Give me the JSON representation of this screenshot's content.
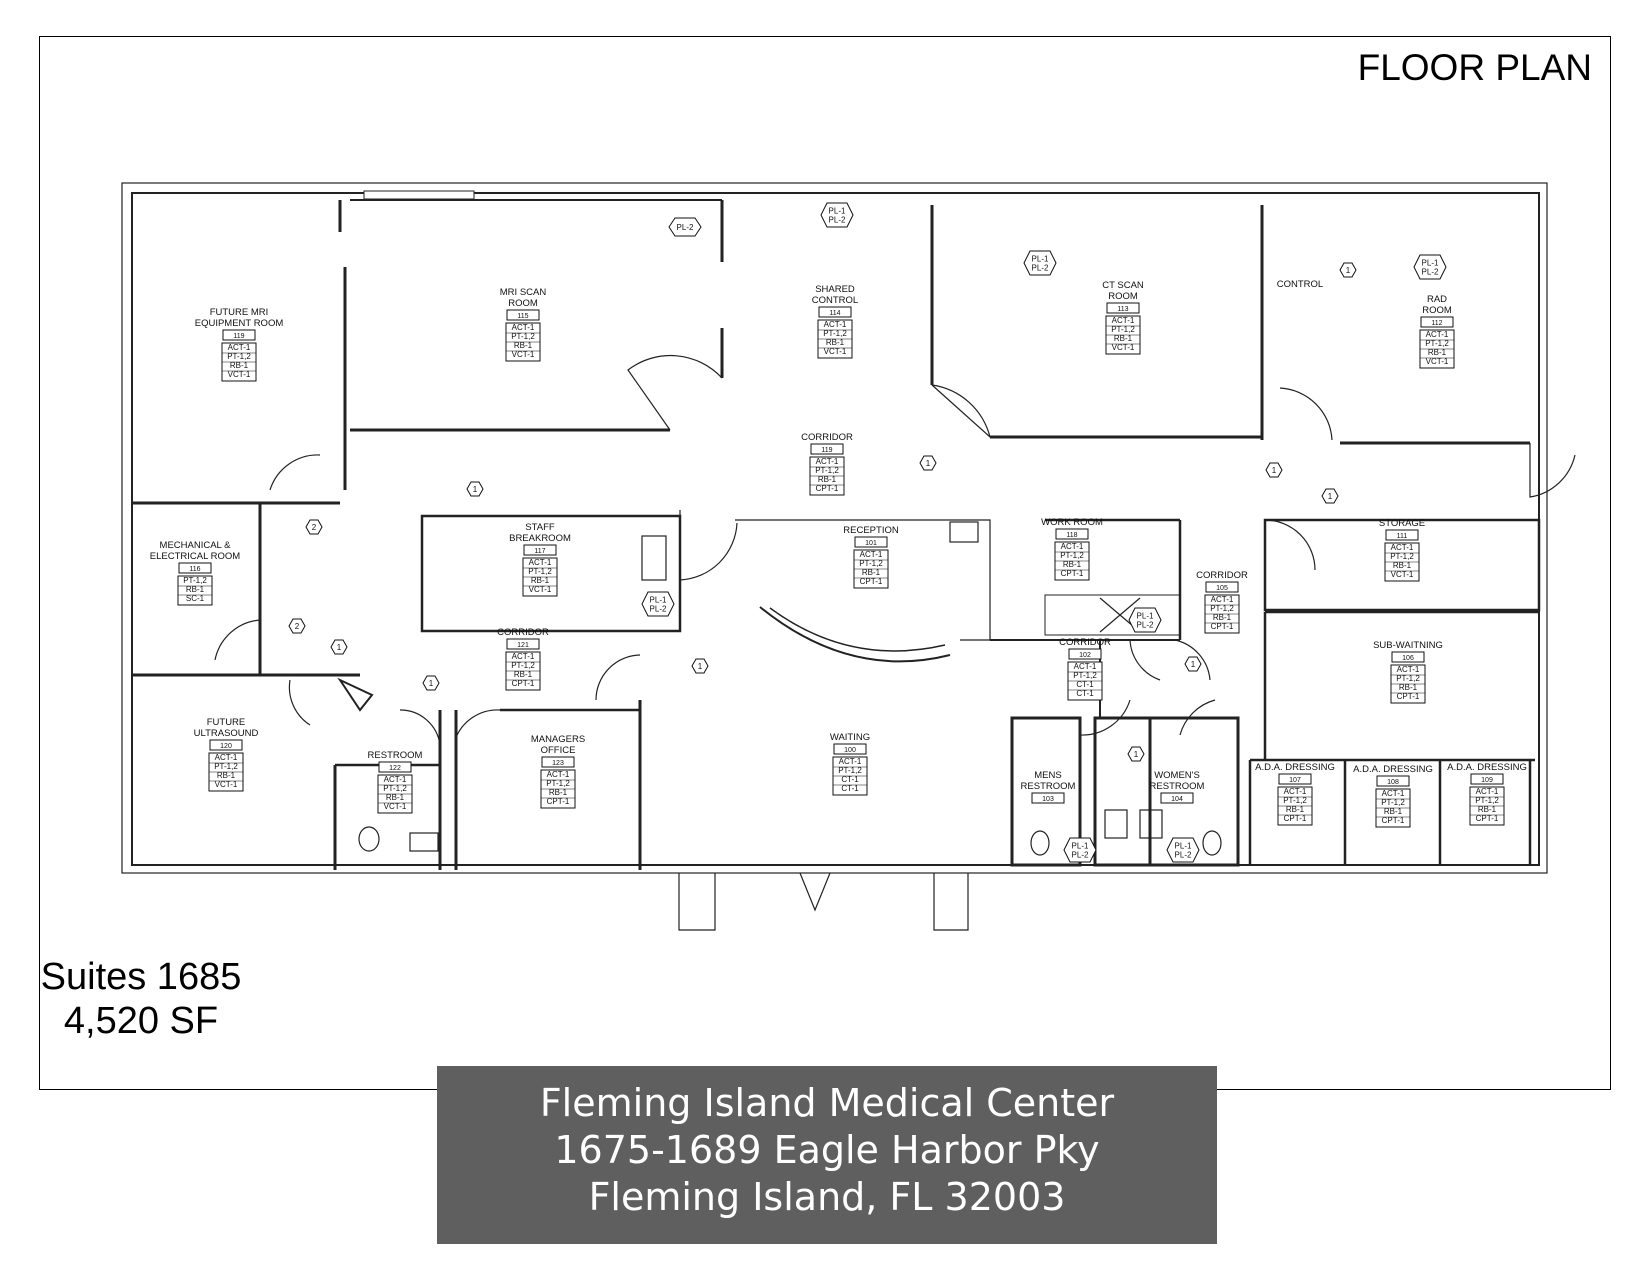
{
  "title": "FLOOR PLAN",
  "suite": {
    "line1": "Suites 1685",
    "line2": "4,520 SF"
  },
  "caption": {
    "line1": "Fleming Island Medical Center",
    "line2": "1675-1689 Eagle Harbor Pky",
    "line3": "Fleming Island, FL 32003"
  },
  "rooms": [
    {
      "lines": [
        "FUTURE MRI",
        "EQUIPMENT ROOM"
      ],
      "num": "119",
      "finishes": [
        "ACT-1",
        "PT-1,2",
        "RB-1",
        "VCT-1"
      ]
    },
    {
      "lines": [
        "MRI SCAN",
        "ROOM"
      ],
      "num": "115",
      "finishes": [
        "ACT-1",
        "PT-1,2",
        "RB-1",
        "VCT-1"
      ]
    },
    {
      "lines": [
        "SHARED",
        "CONTROL"
      ],
      "num": "114",
      "finishes": [
        "ACT-1",
        "PT-1,2",
        "RB-1",
        "VCT-1"
      ]
    },
    {
      "lines": [
        "CT SCAN",
        "ROOM"
      ],
      "num": "113",
      "finishes": [
        "ACT-1",
        "PT-1,2",
        "RB-1",
        "VCT-1"
      ]
    },
    {
      "lines": [
        "RAD",
        "ROOM"
      ],
      "num": "112",
      "finishes": [
        "ACT-1",
        "PT-1,2",
        "RB-1",
        "VCT-1"
      ]
    },
    {
      "lines": [
        "CORRIDOR"
      ],
      "num": "119",
      "finishes": [
        "ACT-1",
        "PT-1,2",
        "RB-1",
        "CPT-1"
      ]
    },
    {
      "lines": [
        "MECHANICAL &",
        "ELECTRICAL ROOM"
      ],
      "num": "116",
      "finishes": [
        "PT-1,2",
        "RB-1",
        "SC-1"
      ]
    },
    {
      "lines": [
        "STAFF",
        "BREAKROOM"
      ],
      "num": "117",
      "finishes": [
        "ACT-1",
        "PT-1,2",
        "RB-1",
        "VCT-1"
      ]
    },
    {
      "lines": [
        "RECEPTION"
      ],
      "num": "101",
      "finishes": [
        "ACT-1",
        "PT-1,2",
        "RB-1",
        "CPT-1"
      ]
    },
    {
      "lines": [
        "WORK ROOM"
      ],
      "num": "118",
      "finishes": [
        "ACT-1",
        "PT-1,2",
        "RB-1",
        "CPT-1"
      ]
    },
    {
      "lines": [
        "STORAGE"
      ],
      "num": "111",
      "finishes": [
        "ACT-1",
        "PT-1,2",
        "RB-1",
        "VCT-1"
      ]
    },
    {
      "lines": [
        "CORRIDOR"
      ],
      "num": "105",
      "finishes": [
        "ACT-1",
        "PT-1,2",
        "RB-1",
        "CPT-1"
      ]
    },
    {
      "lines": [
        "CORRIDOR"
      ],
      "num": "121",
      "finishes": [
        "ACT-1",
        "PT-1,2",
        "RB-1",
        "CPT-1"
      ]
    },
    {
      "lines": [
        "CORRIDOR"
      ],
      "num": "102",
      "finishes": [
        "ACT-1",
        "PT-1,2",
        "CT-1",
        "CT-1"
      ]
    },
    {
      "lines": [
        "SUB-WAITNING"
      ],
      "num": "106",
      "finishes": [
        "ACT-1",
        "PT-1,2",
        "RB-1",
        "CPT-1"
      ]
    },
    {
      "lines": [
        "FUTURE",
        "ULTRASOUND"
      ],
      "num": "120",
      "finishes": [
        "ACT-1",
        "PT-1,2",
        "RB-1",
        "VCT-1"
      ]
    },
    {
      "lines": [
        "RESTROOM"
      ],
      "num": "122",
      "finishes": [
        "ACT-1",
        "PT-1,2",
        "RB-1",
        "VCT-1"
      ]
    },
    {
      "lines": [
        "MANAGERS",
        "OFFICE"
      ],
      "num": "123",
      "finishes": [
        "ACT-1",
        "PT-1,2",
        "RB-1",
        "CPT-1"
      ]
    },
    {
      "lines": [
        "WAITING"
      ],
      "num": "100",
      "finishes": [
        "ACT-1",
        "PT-1,2",
        "CT-1",
        "CT-1"
      ]
    },
    {
      "lines": [
        "MENS",
        "RESTROOM"
      ],
      "num": "103",
      "finishes": []
    },
    {
      "lines": [
        "WOMEN'S",
        "RESTROOM"
      ],
      "num": "104",
      "finishes": []
    },
    {
      "lines": [
        "A.D.A. DRESSING"
      ],
      "num": "107",
      "finishes": [
        "ACT-1",
        "PT-1,2",
        "RB-1",
        "CPT-1"
      ]
    },
    {
      "lines": [
        "A.D.A. DRESSING"
      ],
      "num": "108",
      "finishes": [
        "ACT-1",
        "PT-1,2",
        "RB-1",
        "CPT-1"
      ]
    },
    {
      "lines": [
        "A.D.A. DRESSING"
      ],
      "num": "109",
      "finishes": [
        "ACT-1",
        "PT-1,2",
        "RB-1",
        "CPT-1"
      ]
    }
  ],
  "labels": [
    "CONTROL"
  ],
  "fixture_tags": [
    {
      "lines": [
        "PL-2"
      ]
    },
    {
      "lines": [
        "PL-1",
        "PL-2"
      ]
    },
    {
      "lines": [
        "PL-1",
        "PL-2"
      ]
    },
    {
      "lines": [
        "PL-1",
        "PL-2"
      ]
    },
    {
      "lines": [
        "PL-1",
        "PL-2"
      ]
    },
    {
      "lines": [
        "PL-1",
        "PL-2"
      ]
    },
    {
      "lines": [
        "PL-1",
        "PL-2"
      ]
    },
    {
      "lines": [
        "PL-1",
        "PL-2"
      ]
    }
  ],
  "door_tags": [
    "1",
    "1",
    "2",
    "1",
    "2",
    "1",
    "1",
    "1",
    "1",
    "1",
    "1",
    "1"
  ]
}
